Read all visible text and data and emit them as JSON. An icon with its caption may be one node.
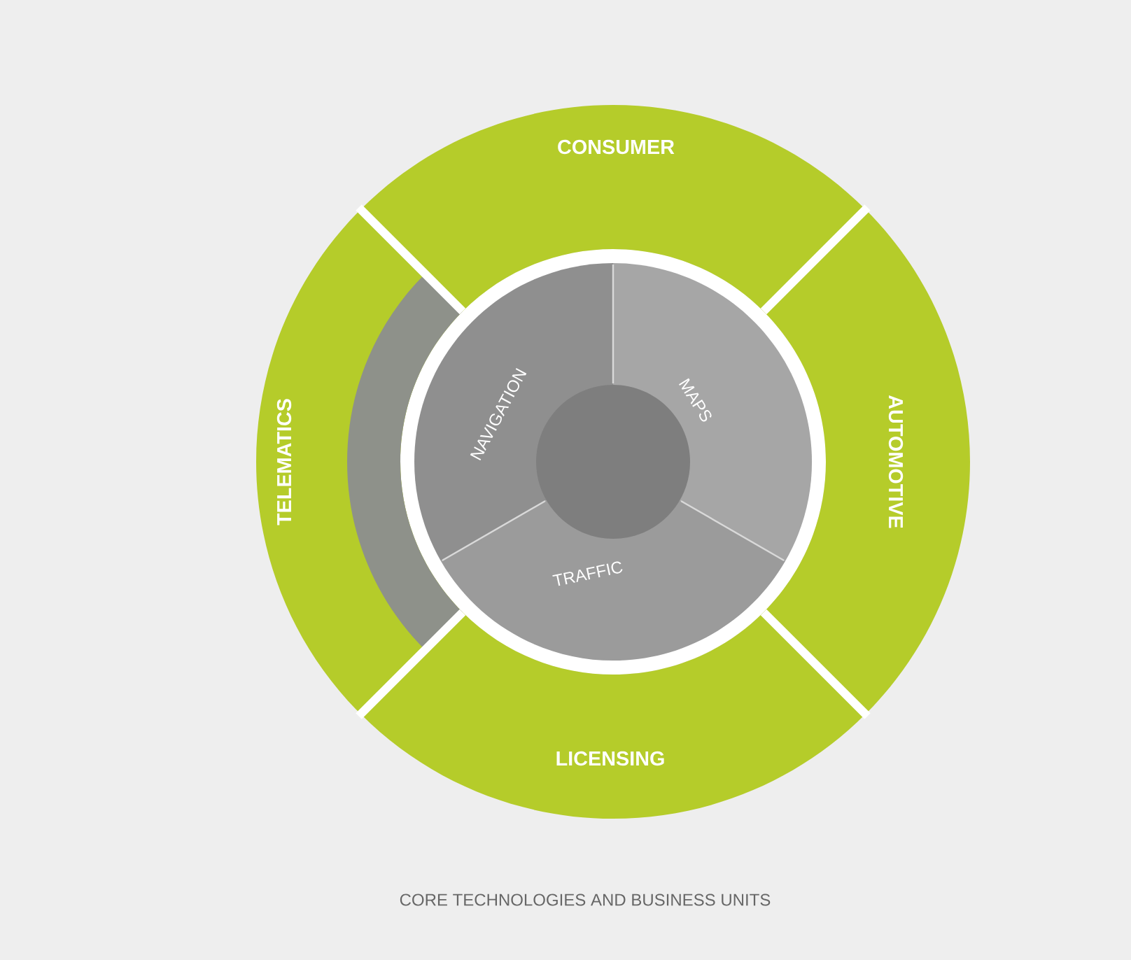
{
  "diagram": {
    "caption": "CORE TECHNOLOGIES AND BUSINESS UNITS",
    "nodes": [
      {
        "text": [
          "CONSUMER"
        ]
      },
      {
        "text": [
          "TELEMATICS"
        ]
      },
      {
        "text": [],
        "shape": "band",
        "in": 1
      },
      {
        "text": [
          "AUTOMOTIVE"
        ]
      },
      {
        "text": [
          "NAVIGATION"
        ]
      },
      {
        "text": [
          "MAPS"
        ]
      },
      {
        "text": [
          "TRAFFIC"
        ]
      },
      {
        "text": [],
        "shape": "circle"
      },
      {
        "text": [
          "LICENSING"
        ]
      }
    ]
  }
}
